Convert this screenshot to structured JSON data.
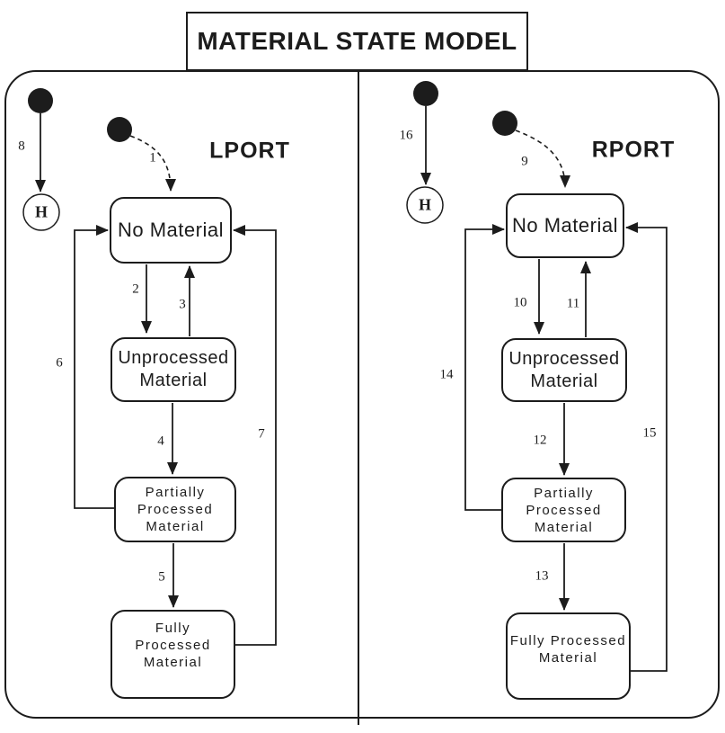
{
  "title": "MATERIAL STATE MODEL",
  "colors": {
    "line": "#1c1c1c",
    "background": "#ffffff"
  },
  "ports": {
    "lport": {
      "label": "LPORT",
      "history": "H",
      "states": {
        "no_material": [
          "No Material"
        ],
        "unprocessed": [
          "Unprocessed",
          "Material"
        ],
        "partially": [
          "Partially",
          "Processed",
          "Material"
        ],
        "fully": [
          "Fully",
          "Processed",
          "Material"
        ]
      },
      "transitions": {
        "t1": "1",
        "t2": "2",
        "t3": "3",
        "t4": "4",
        "t5": "5",
        "t6": "6",
        "t7": "7",
        "t8": "8"
      }
    },
    "rport": {
      "label": "RPORT",
      "history": "H",
      "states": {
        "no_material": [
          "No Material"
        ],
        "unprocessed": [
          "Unprocessed",
          "Material"
        ],
        "partially": [
          "Partially",
          "Processed",
          "Material"
        ],
        "fully": [
          "Fully Processed",
          "Material"
        ]
      },
      "transitions": {
        "t9": "9",
        "t10": "10",
        "t11": "11",
        "t12": "12",
        "t13": "13",
        "t14": "14",
        "t15": "15",
        "t16": "16"
      }
    }
  }
}
